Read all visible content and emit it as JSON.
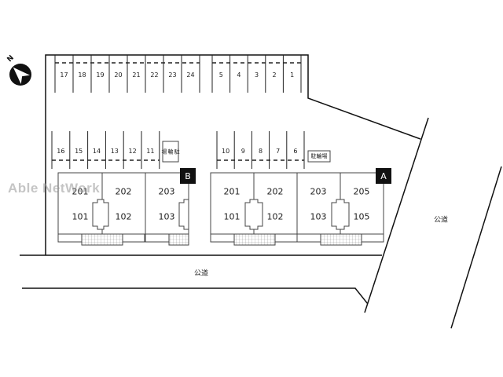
{
  "watermark": "Able NetWork",
  "compass_letter": "N",
  "roads": {
    "bottom": "公道",
    "right": "公道"
  },
  "bike_parking": {
    "b": "駐\n輪\n場",
    "a": "駐輪場"
  },
  "parking": {
    "top_left": [
      "17",
      "18",
      "19",
      "20",
      "21",
      "22",
      "23",
      "24"
    ],
    "top_right": [
      "5",
      "4",
      "3",
      "2",
      "1"
    ],
    "mid_left": [
      "16",
      "15",
      "14",
      "13",
      "12",
      "11"
    ],
    "mid_right": [
      "10",
      "9",
      "8",
      "7",
      "6"
    ]
  },
  "buildings": {
    "b": {
      "badge": "B",
      "upper": [
        "201",
        "202",
        "203"
      ],
      "lower": [
        "101",
        "102",
        "103"
      ]
    },
    "a": {
      "badge": "A",
      "upper": [
        "201",
        "202",
        "203",
        "205"
      ],
      "lower": [
        "101",
        "102",
        "103",
        "105"
      ]
    }
  }
}
